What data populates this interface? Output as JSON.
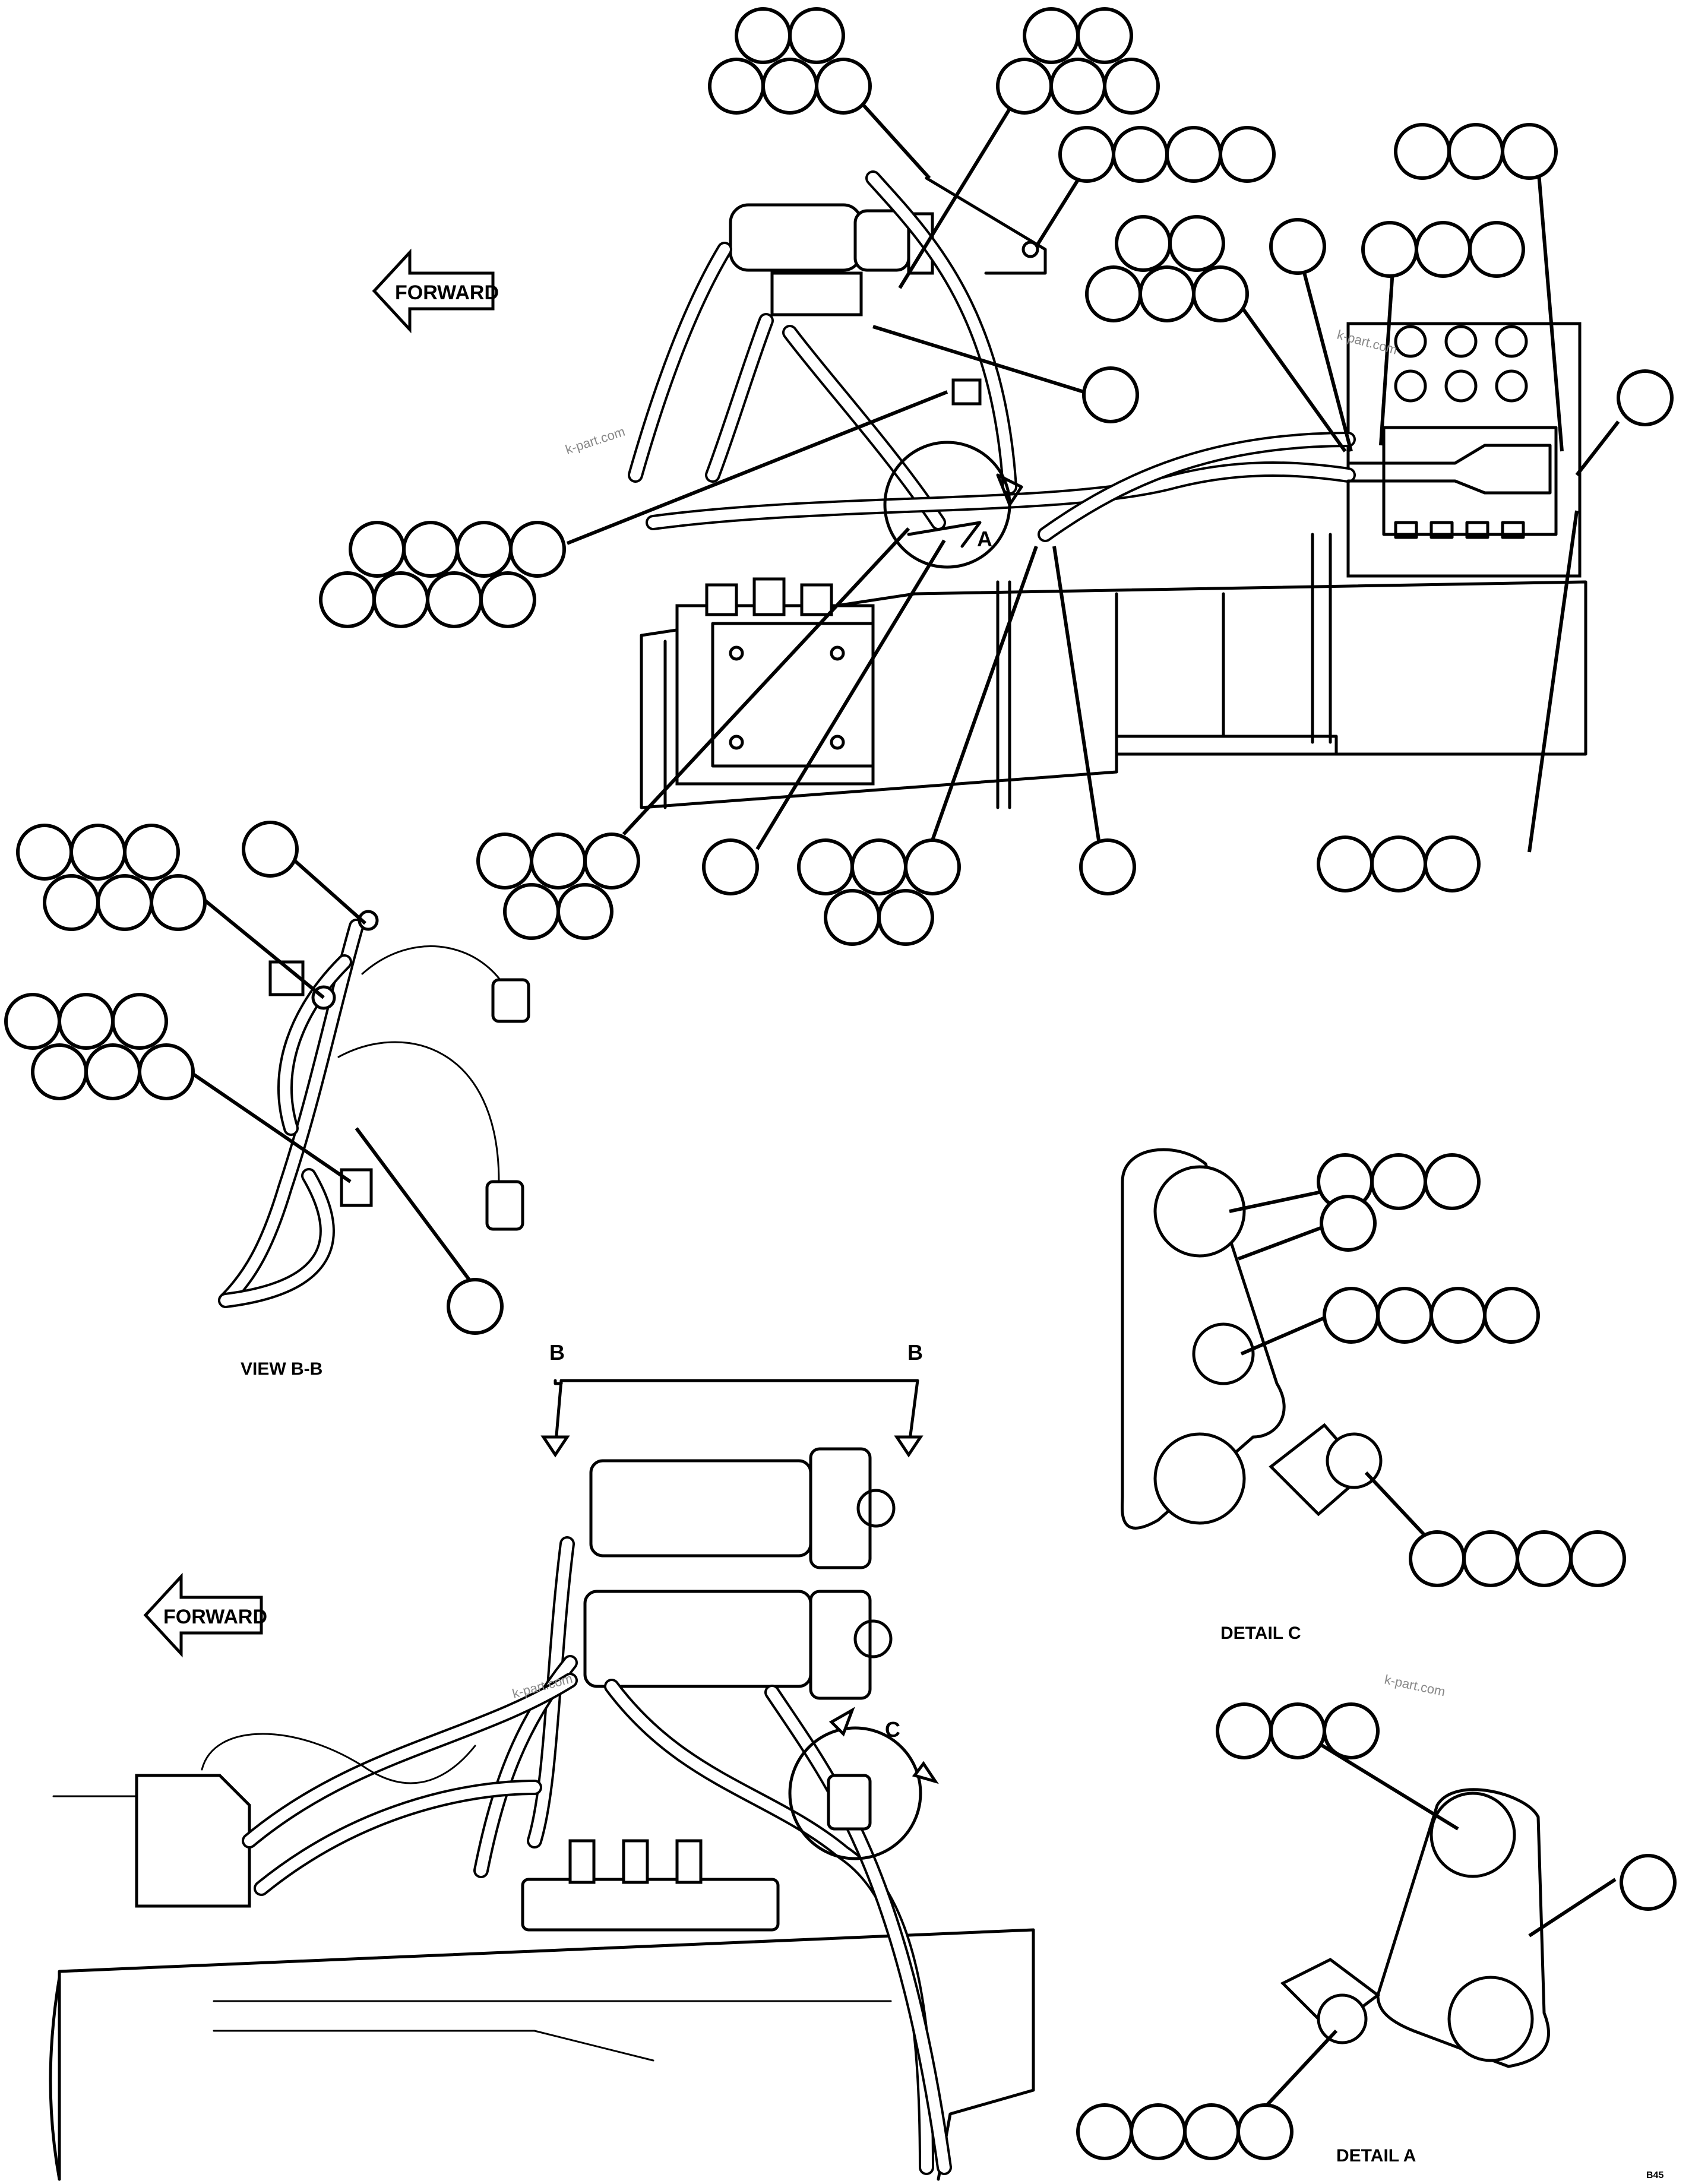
{
  "forward_arrows": [
    {
      "label": "FORWARD"
    },
    {
      "label": "FORWARD"
    }
  ],
  "view_labels": {
    "view_bb": "VIEW B-B",
    "detail_c": "DETAIL C",
    "detail_a": "DETAIL A"
  },
  "section_markers": {
    "a": "A",
    "b_left": "B",
    "b_right": "B",
    "c": "C"
  },
  "watermarks": [
    "k-part.com",
    "k-part.com",
    "k-part.com",
    "k-part.com"
  ],
  "page_code": "B45"
}
